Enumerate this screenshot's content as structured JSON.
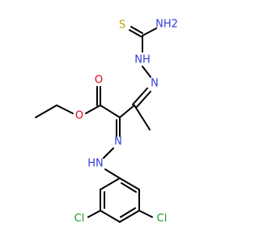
{
  "molecule": {
    "atoms": {
      "s_thio": {
        "symbol": "S",
        "color": "#b5a400"
      },
      "n_amide": {
        "symbol": "NH2",
        "color": "#2f3fd8"
      },
      "n_hydrazide": {
        "symbol": "NH",
        "color": "#2f3fd8"
      },
      "n_imine_top": {
        "symbol": "N",
        "color": "#2f3fd8"
      },
      "o_carbonyl": {
        "symbol": "O",
        "color": "#e0001a"
      },
      "o_ester": {
        "symbol": "O",
        "color": "#e0001a"
      },
      "n_hydrazone": {
        "symbol": "N",
        "color": "#2f3fd8"
      },
      "n_anilino": {
        "symbol": "HN",
        "color": "#2f3fd8"
      },
      "cl_left": {
        "symbol": "Cl",
        "color": "#1f9a2a"
      },
      "cl_right": {
        "symbol": "Cl",
        "color": "#1f9a2a"
      }
    }
  }
}
